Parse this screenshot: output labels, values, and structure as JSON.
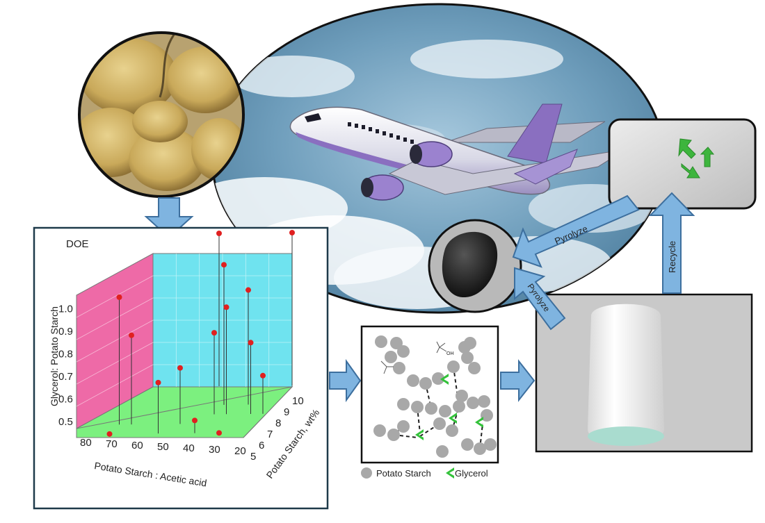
{
  "doe": {
    "title": "DOE",
    "z_axis_label": "Glycerol: Potato Starch",
    "x_axis_label": "Potato Starch : Acetic acid",
    "y_axis_label": "Potato Starch, wt%",
    "z_ticks": [
      "0.5",
      "0.6",
      "0.7",
      "0.8",
      "0.9",
      "1.0"
    ],
    "x_ticks": [
      "80",
      "70",
      "60",
      "50",
      "40",
      "30",
      "20"
    ],
    "y_ticks": [
      "5",
      "6",
      "7",
      "8",
      "9",
      "10"
    ]
  },
  "chart_data": {
    "type": "scatter",
    "title": "DOE",
    "xlabel": "Potato Starch : Acetic acid",
    "ylabel": "Potato Starch, wt%",
    "zlabel": "Glycerol: Potato Starch",
    "xlim": [
      20,
      80
    ],
    "ylim": [
      5,
      10
    ],
    "zlim": [
      0.5,
      1.0
    ],
    "points": [
      {
        "x": 75,
        "y": 6,
        "z": 1.0
      },
      {
        "x": 75,
        "y": 5,
        "z": 0.5
      },
      {
        "x": 70,
        "y": 6,
        "z": 0.85
      },
      {
        "x": 55,
        "y": 5,
        "z": 0.7
      },
      {
        "x": 50,
        "y": 10,
        "z": 1.1
      },
      {
        "x": 50,
        "y": 6,
        "z": 0.72
      },
      {
        "x": 40,
        "y": 8,
        "z": 1.05
      },
      {
        "x": 40,
        "y": 7,
        "z": 0.82
      },
      {
        "x": 40,
        "y": 5,
        "z": 0.55
      },
      {
        "x": 35,
        "y": 7,
        "z": 0.92
      },
      {
        "x": 30,
        "y": 8,
        "z": 0.95
      },
      {
        "x": 30,
        "y": 5,
        "z": 0.5
      },
      {
        "x": 25,
        "y": 7,
        "z": 0.78
      },
      {
        "x": 20,
        "y": 10,
        "z": 1.1
      },
      {
        "x": 20,
        "y": 7,
        "z": 0.65
      }
    ]
  },
  "process": {
    "pyrolyze_upper": "Pyrolyze",
    "pyrolyze_lower": "Pyrolyze",
    "recycle": "Recycle"
  },
  "legend": {
    "potato_starch": "Potato Starch",
    "glycerol": "Glycerol"
  },
  "molecule": {
    "oh_label": "OH"
  },
  "colors": {
    "arrow_fill": "#7fb4e0",
    "arrow_stroke": "#3d6f9e",
    "wall_left": "#ee6aa7",
    "wall_back": "#6fe3ef",
    "floor": "#7cf07f",
    "point": "#e02020",
    "starch": "#a8a8a8",
    "glycerol": "#33c23a"
  },
  "icons": [
    "recycle-icon",
    "airplane-icon"
  ]
}
